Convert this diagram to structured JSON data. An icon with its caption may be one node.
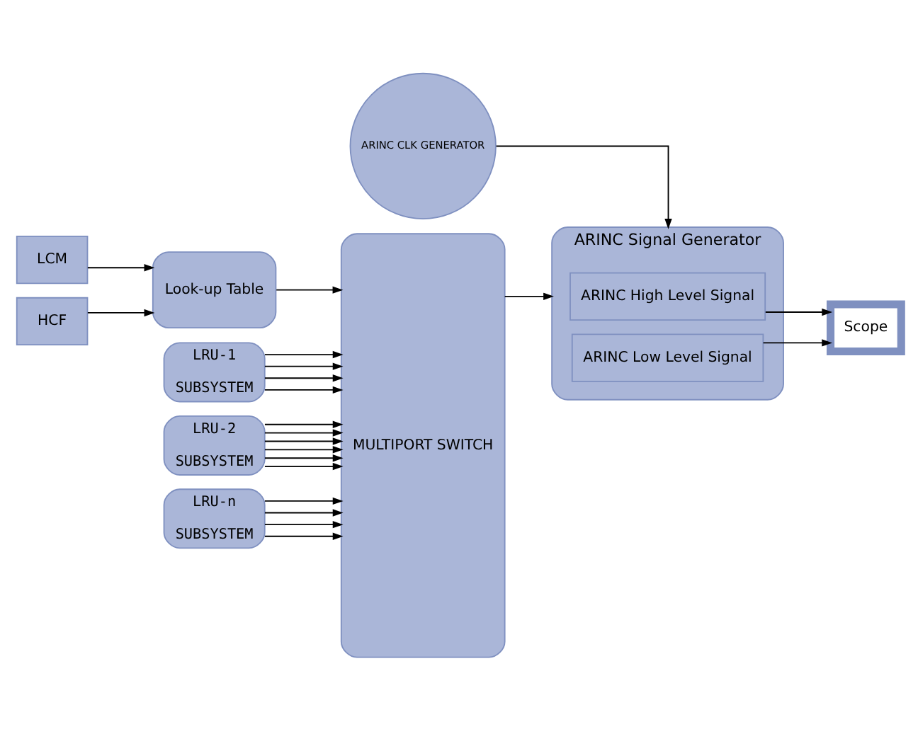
{
  "diagram": {
    "nodes": [
      {
        "text": [
          "ARINC CLK GENERATOR"
        ]
      },
      {
        "text": [
          "LCM"
        ]
      },
      {
        "text": [
          "HCF"
        ]
      },
      {
        "text": [
          "Look-up Table"
        ]
      },
      {
        "text": [
          "LRU-1",
          "SUBSYSTEM"
        ]
      },
      {
        "text": [
          "LRU-2",
          "SUBSYSTEM"
        ]
      },
      {
        "text": [
          "LRU-n",
          "SUBSYSTEM"
        ]
      },
      {
        "text": [
          "MULTIPORT SWITCH"
        ]
      },
      {
        "text": [
          "ARINC Signal Generator"
        ]
      },
      {
        "text": [
          "ARINC High Level Signal"
        ],
        "in": 8
      },
      {
        "text": [
          "ARINC Low Level Signal"
        ],
        "in": 8
      },
      {
        "text": [
          "Scope"
        ]
      }
    ],
    "edges": [
      {
        "from": 1,
        "to": 3,
        "arrow": "to"
      },
      {
        "from": 2,
        "to": 3,
        "arrow": "to"
      },
      {
        "from": 3,
        "to": 7,
        "arrow": "to"
      },
      {
        "from": 4,
        "to": 7,
        "arrow": "to"
      },
      {
        "from": 4,
        "to": 7,
        "arrow": "to"
      },
      {
        "from": 4,
        "to": 7,
        "arrow": "to"
      },
      {
        "from": 4,
        "to": 7,
        "arrow": "to"
      },
      {
        "from": 5,
        "to": 7,
        "arrow": "to"
      },
      {
        "from": 5,
        "to": 7,
        "arrow": "to"
      },
      {
        "from": 5,
        "to": 7,
        "arrow": "to"
      },
      {
        "from": 5,
        "to": 7,
        "arrow": "to"
      },
      {
        "from": 5,
        "to": 7,
        "arrow": "to"
      },
      {
        "from": 5,
        "to": 7,
        "arrow": "to"
      },
      {
        "from": 6,
        "to": 7,
        "arrow": "to"
      },
      {
        "from": 6,
        "to": 7,
        "arrow": "to"
      },
      {
        "from": 6,
        "to": 7,
        "arrow": "to"
      },
      {
        "from": 6,
        "to": 7,
        "arrow": "to"
      },
      {
        "from": 0,
        "to": 8,
        "arrow": "to"
      },
      {
        "from": 7,
        "to": 8,
        "arrow": "to"
      },
      {
        "from": 9,
        "to": 11,
        "arrow": "to"
      },
      {
        "from": 10,
        "to": 11,
        "arrow": "to"
      }
    ]
  }
}
